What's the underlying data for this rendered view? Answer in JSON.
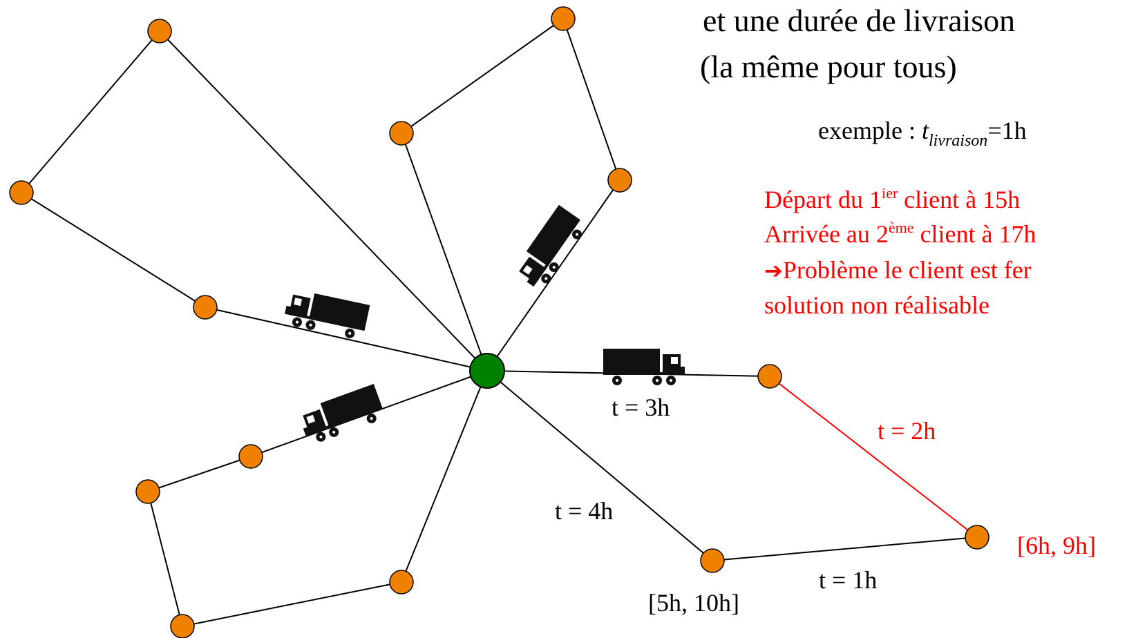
{
  "intro": {
    "line1": "et une durée de livraison",
    "line2": "(la même pour tous)"
  },
  "example": {
    "prefix": "exemple : ",
    "var": "t",
    "sub": "livraison",
    "suffix": "=1h"
  },
  "problem": {
    "line1_a": "Départ du 1",
    "line1_sup": "ier",
    "line1_b": " client à 15h",
    "line2_a": "Arrivée au 2",
    "line2_sup": "ème",
    "line2_b": " client à 17h",
    "line3_arrow": "➔",
    "line3": "Problème le client est  fer",
    "line4": "solution non réalisable"
  },
  "labels": {
    "t3": "t = 3h",
    "t2": "t = 2h",
    "t4": "t = 4h",
    "t1": "t = 1h",
    "w1": "[5h, 10h]",
    "w2": "[6h, 9h]"
  },
  "colors": {
    "client_node": "#f08000",
    "depot_node": "#008000",
    "edge": "#000000",
    "infeasible_edge": "#ff0000",
    "truck": "#111111"
  },
  "icons": [
    "truck-icon"
  ]
}
